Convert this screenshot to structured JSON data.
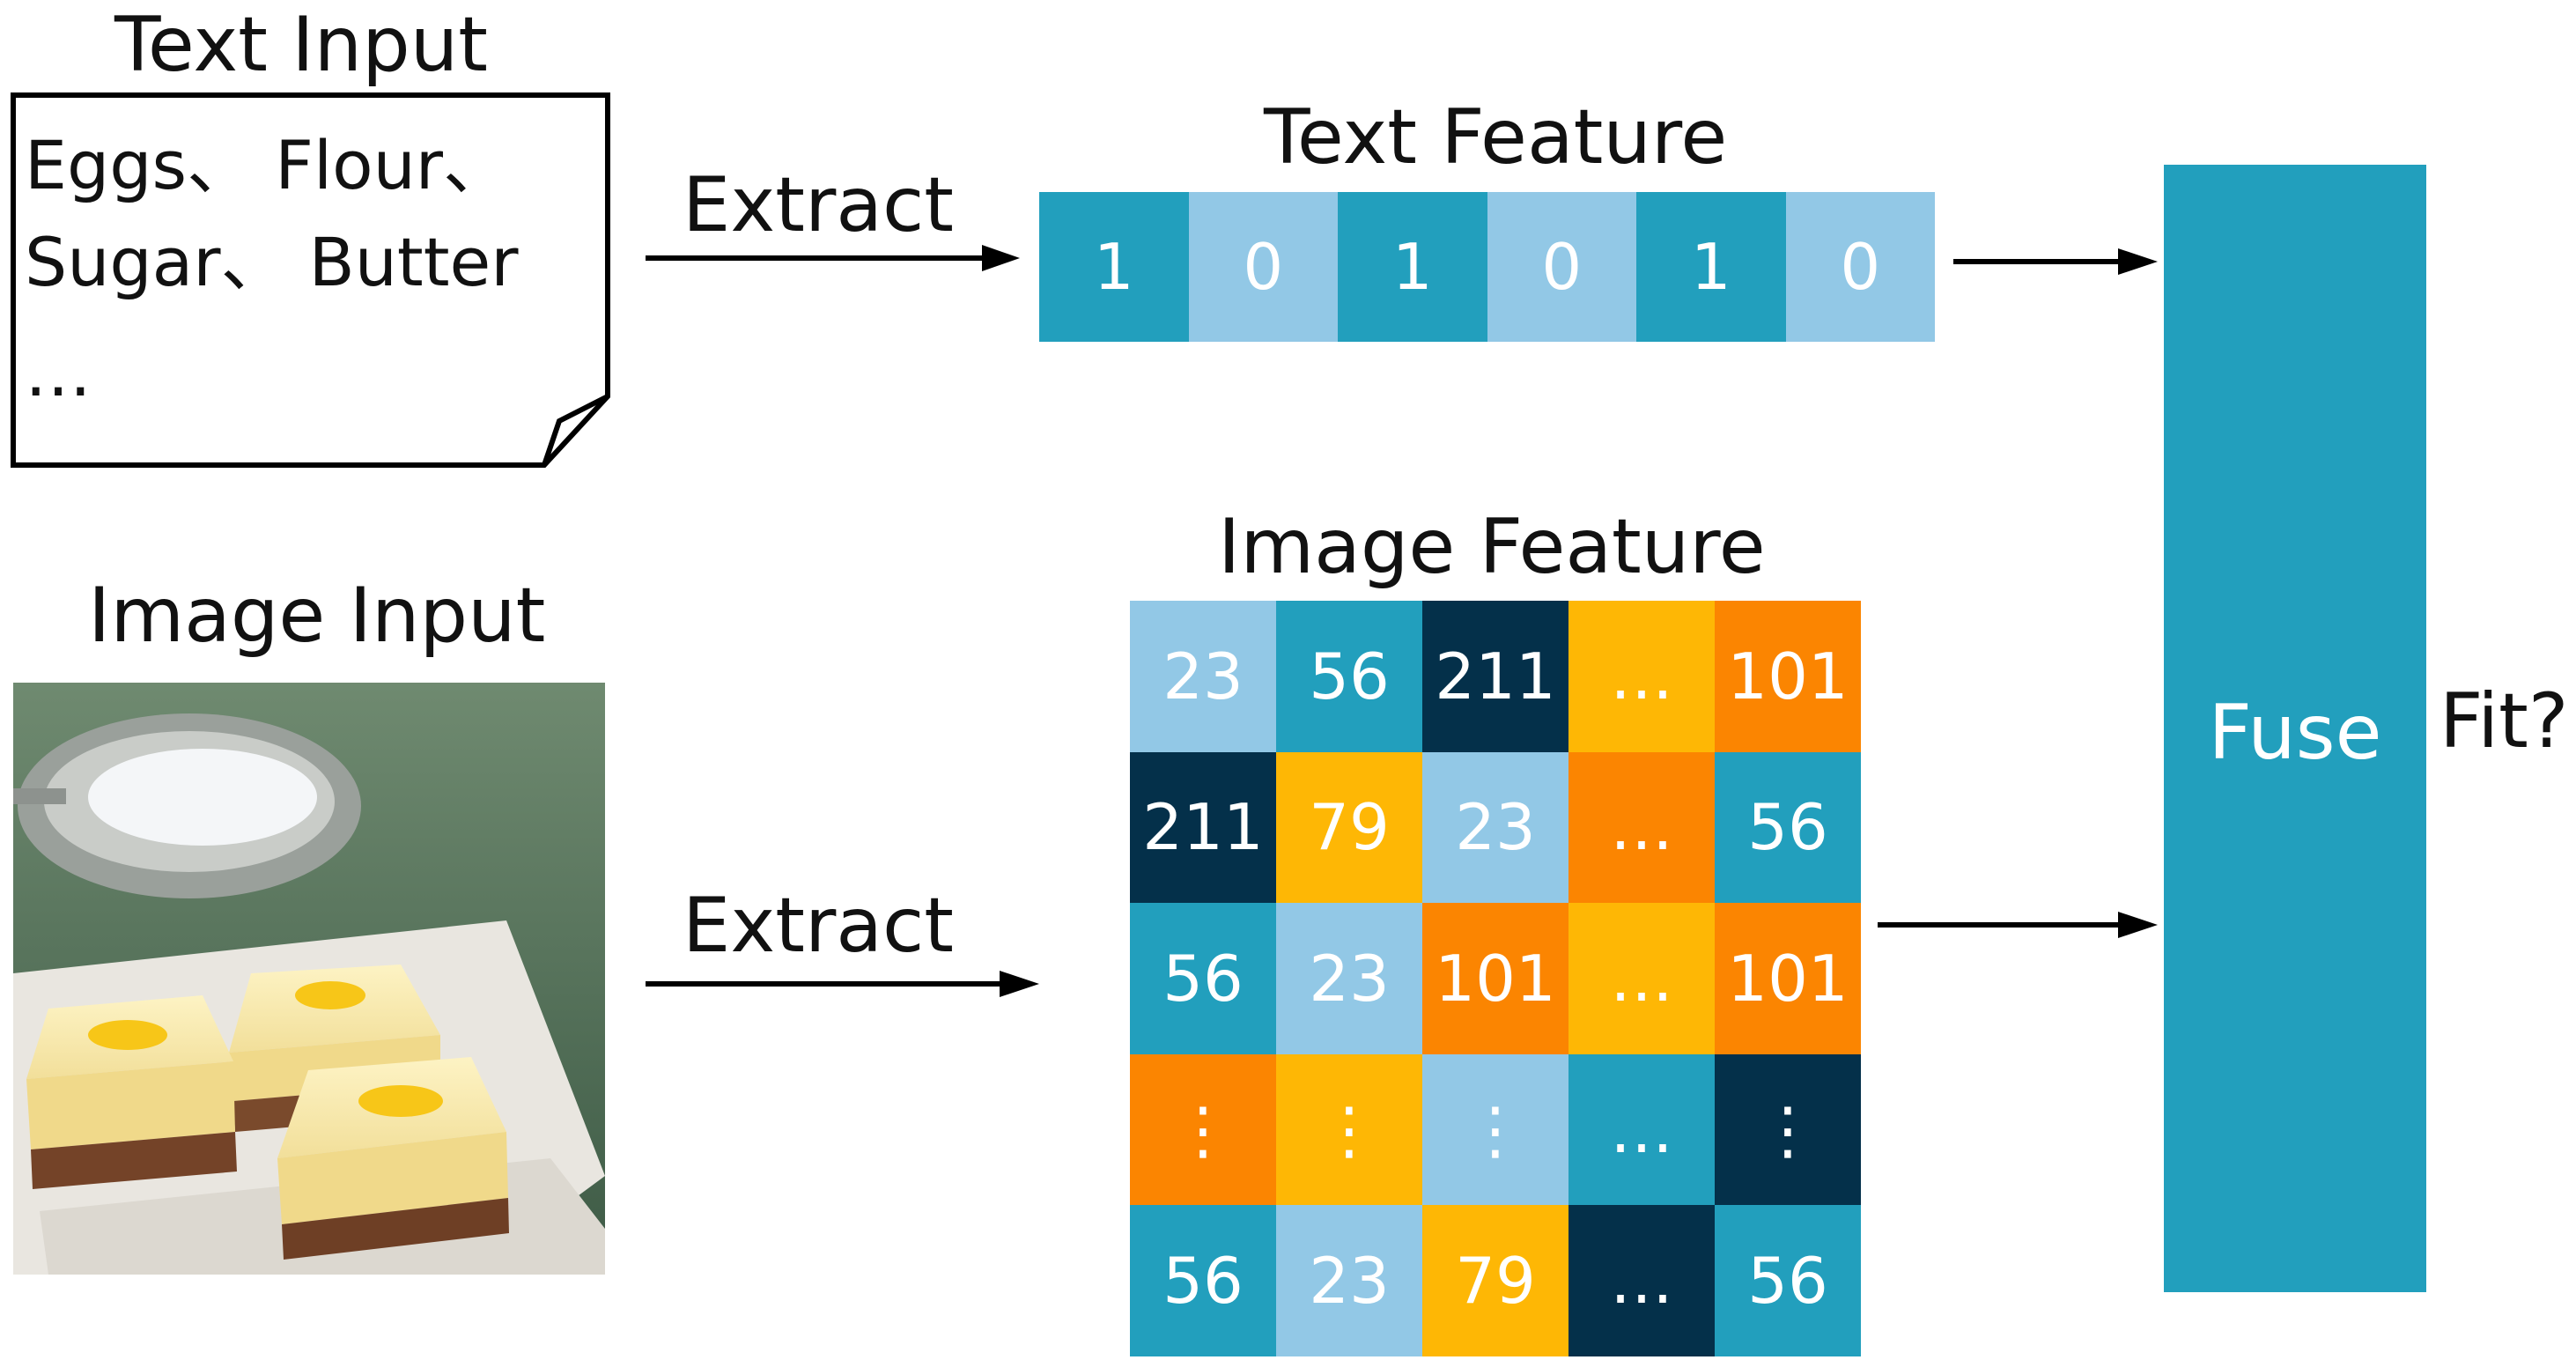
{
  "text_input": {
    "title": "Text Input",
    "lines": [
      "Eggs、 Flour、",
      "Sugar、 Butter",
      "…"
    ]
  },
  "image_input": {
    "title": "Image Input",
    "image": "lemon-bars-photo"
  },
  "extract_labels": {
    "top": "Extract",
    "bottom": "Extract"
  },
  "text_feature": {
    "title": "Text Feature",
    "cells": [
      {
        "value": "1",
        "color": "#229fbd"
      },
      {
        "value": "0",
        "color": "#92c8e6"
      },
      {
        "value": "1",
        "color": "#229fbd"
      },
      {
        "value": "0",
        "color": "#92c8e6"
      },
      {
        "value": "1",
        "color": "#229fbd"
      },
      {
        "value": "0",
        "color": "#92c8e6"
      }
    ]
  },
  "image_feature": {
    "title": "Image Feature",
    "rows": [
      [
        {
          "value": "23",
          "color": "#92c8e6"
        },
        {
          "value": "56",
          "color": "#229fbd"
        },
        {
          "value": "211",
          "color": "#04304a"
        },
        {
          "value": "…",
          "color": "#feb705"
        },
        {
          "value": "101",
          "color": "#fb8501"
        }
      ],
      [
        {
          "value": "211",
          "color": "#04304a"
        },
        {
          "value": "79",
          "color": "#feb705"
        },
        {
          "value": "23",
          "color": "#92c8e6"
        },
        {
          "value": "…",
          "color": "#fb8501"
        },
        {
          "value": "56",
          "color": "#229fbd"
        }
      ],
      [
        {
          "value": "56",
          "color": "#229fbd"
        },
        {
          "value": "23",
          "color": "#92c8e6"
        },
        {
          "value": "101",
          "color": "#fb8501"
        },
        {
          "value": "…",
          "color": "#feb705"
        },
        {
          "value": "101",
          "color": "#fb8501"
        }
      ],
      [
        {
          "value": "⋮",
          "color": "#fb8501"
        },
        {
          "value": "⋮",
          "color": "#feb705"
        },
        {
          "value": "⋮",
          "color": "#92c8e6"
        },
        {
          "value": "…",
          "color": "#229fbd"
        },
        {
          "value": "⋮",
          "color": "#04304a"
        }
      ],
      [
        {
          "value": "56",
          "color": "#229fbd"
        },
        {
          "value": "23",
          "color": "#92c8e6"
        },
        {
          "value": "79",
          "color": "#feb705"
        },
        {
          "value": "…",
          "color": "#04304a"
        },
        {
          "value": "56",
          "color": "#229fbd"
        }
      ]
    ]
  },
  "fuse": {
    "label": "Fuse",
    "color": "#229fbd"
  },
  "fit_label": "Fit?",
  "colors": {
    "arrow": "#000000",
    "doc_border": "#000000"
  }
}
